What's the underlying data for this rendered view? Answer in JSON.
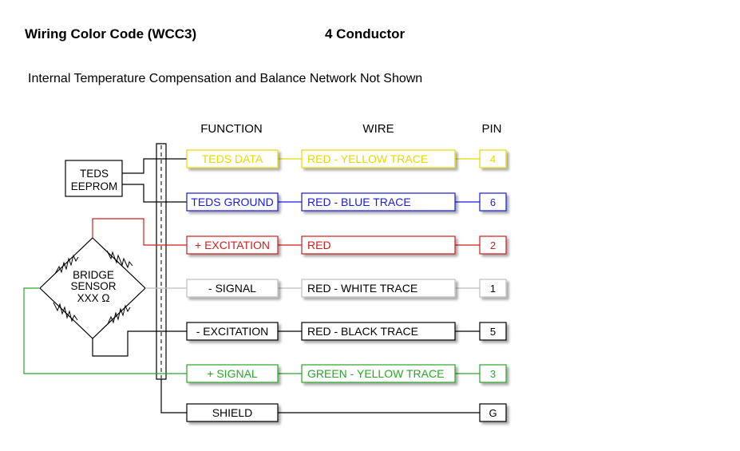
{
  "header": {
    "title": "Wiring Color Code (WCC3)",
    "conductor": "4 Conductor",
    "note": "Internal Temperature Compensation and Balance Network Not Shown"
  },
  "columns": {
    "function": "FUNCTION",
    "wire": "WIRE",
    "pin": "PIN"
  },
  "teds": {
    "line1": "TEDS",
    "line2": "EEPROM"
  },
  "bridge": {
    "line1": "BRIDGE",
    "line2": "SENSOR",
    "line3": "XXX Ω"
  },
  "rows": [
    {
      "function": "TEDS DATA",
      "wire": "RED - YELLOW TRACE",
      "pin": "4",
      "color": "#e6d800"
    },
    {
      "function": "TEDS GROUND",
      "wire": "RED - BLUE TRACE",
      "pin": "6",
      "color": "#1a1ad6"
    },
    {
      "function": "+ EXCITATION",
      "wire": "RED",
      "pin": "2",
      "color": "#cc1f1f"
    },
    {
      "function": "- SIGNAL",
      "wire": "RED - WHITE TRACE",
      "pin": "1",
      "color": "#bdbdbd"
    },
    {
      "function": "- EXCITATION",
      "wire": "RED - BLACK TRACE",
      "pin": "5",
      "color": "#000000"
    },
    {
      "function": "+ SIGNAL",
      "wire": "GREEN - YELLOW TRACE",
      "pin": "3",
      "color": "#2aa52a"
    },
    {
      "function": "SHIELD",
      "wire": "",
      "pin": "G",
      "color": "#000000"
    }
  ]
}
